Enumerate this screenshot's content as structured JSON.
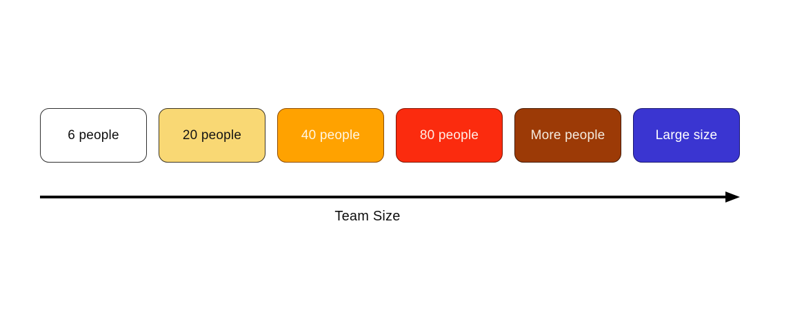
{
  "diagram": {
    "title_hint": "team size progression",
    "boxes": [
      {
        "label": "6 people",
        "bg": "#FFFFFF",
        "fg": "#0D0D0D",
        "border": "#2E2E2E"
      },
      {
        "label": "20 people",
        "bg": "#F9D874",
        "fg": "#141414",
        "border": "#3A3322"
      },
      {
        "label": "40 people",
        "bg": "#FFA200",
        "fg": "#FFF6E4",
        "border": "#8C4A00"
      },
      {
        "label": "80 people",
        "bg": "#FB2B0E",
        "fg": "#FFEDE7",
        "border": "#7E1300"
      },
      {
        "label": "More people",
        "bg": "#9C3A06",
        "fg": "#F4EBDF",
        "border": "#431800"
      },
      {
        "label": "Large size",
        "bg": "#3A35D1",
        "fg": "#FFFFFF",
        "border": "#17156E"
      }
    ],
    "axis": {
      "label": "Team Size",
      "arrow_color": "#000000"
    }
  }
}
